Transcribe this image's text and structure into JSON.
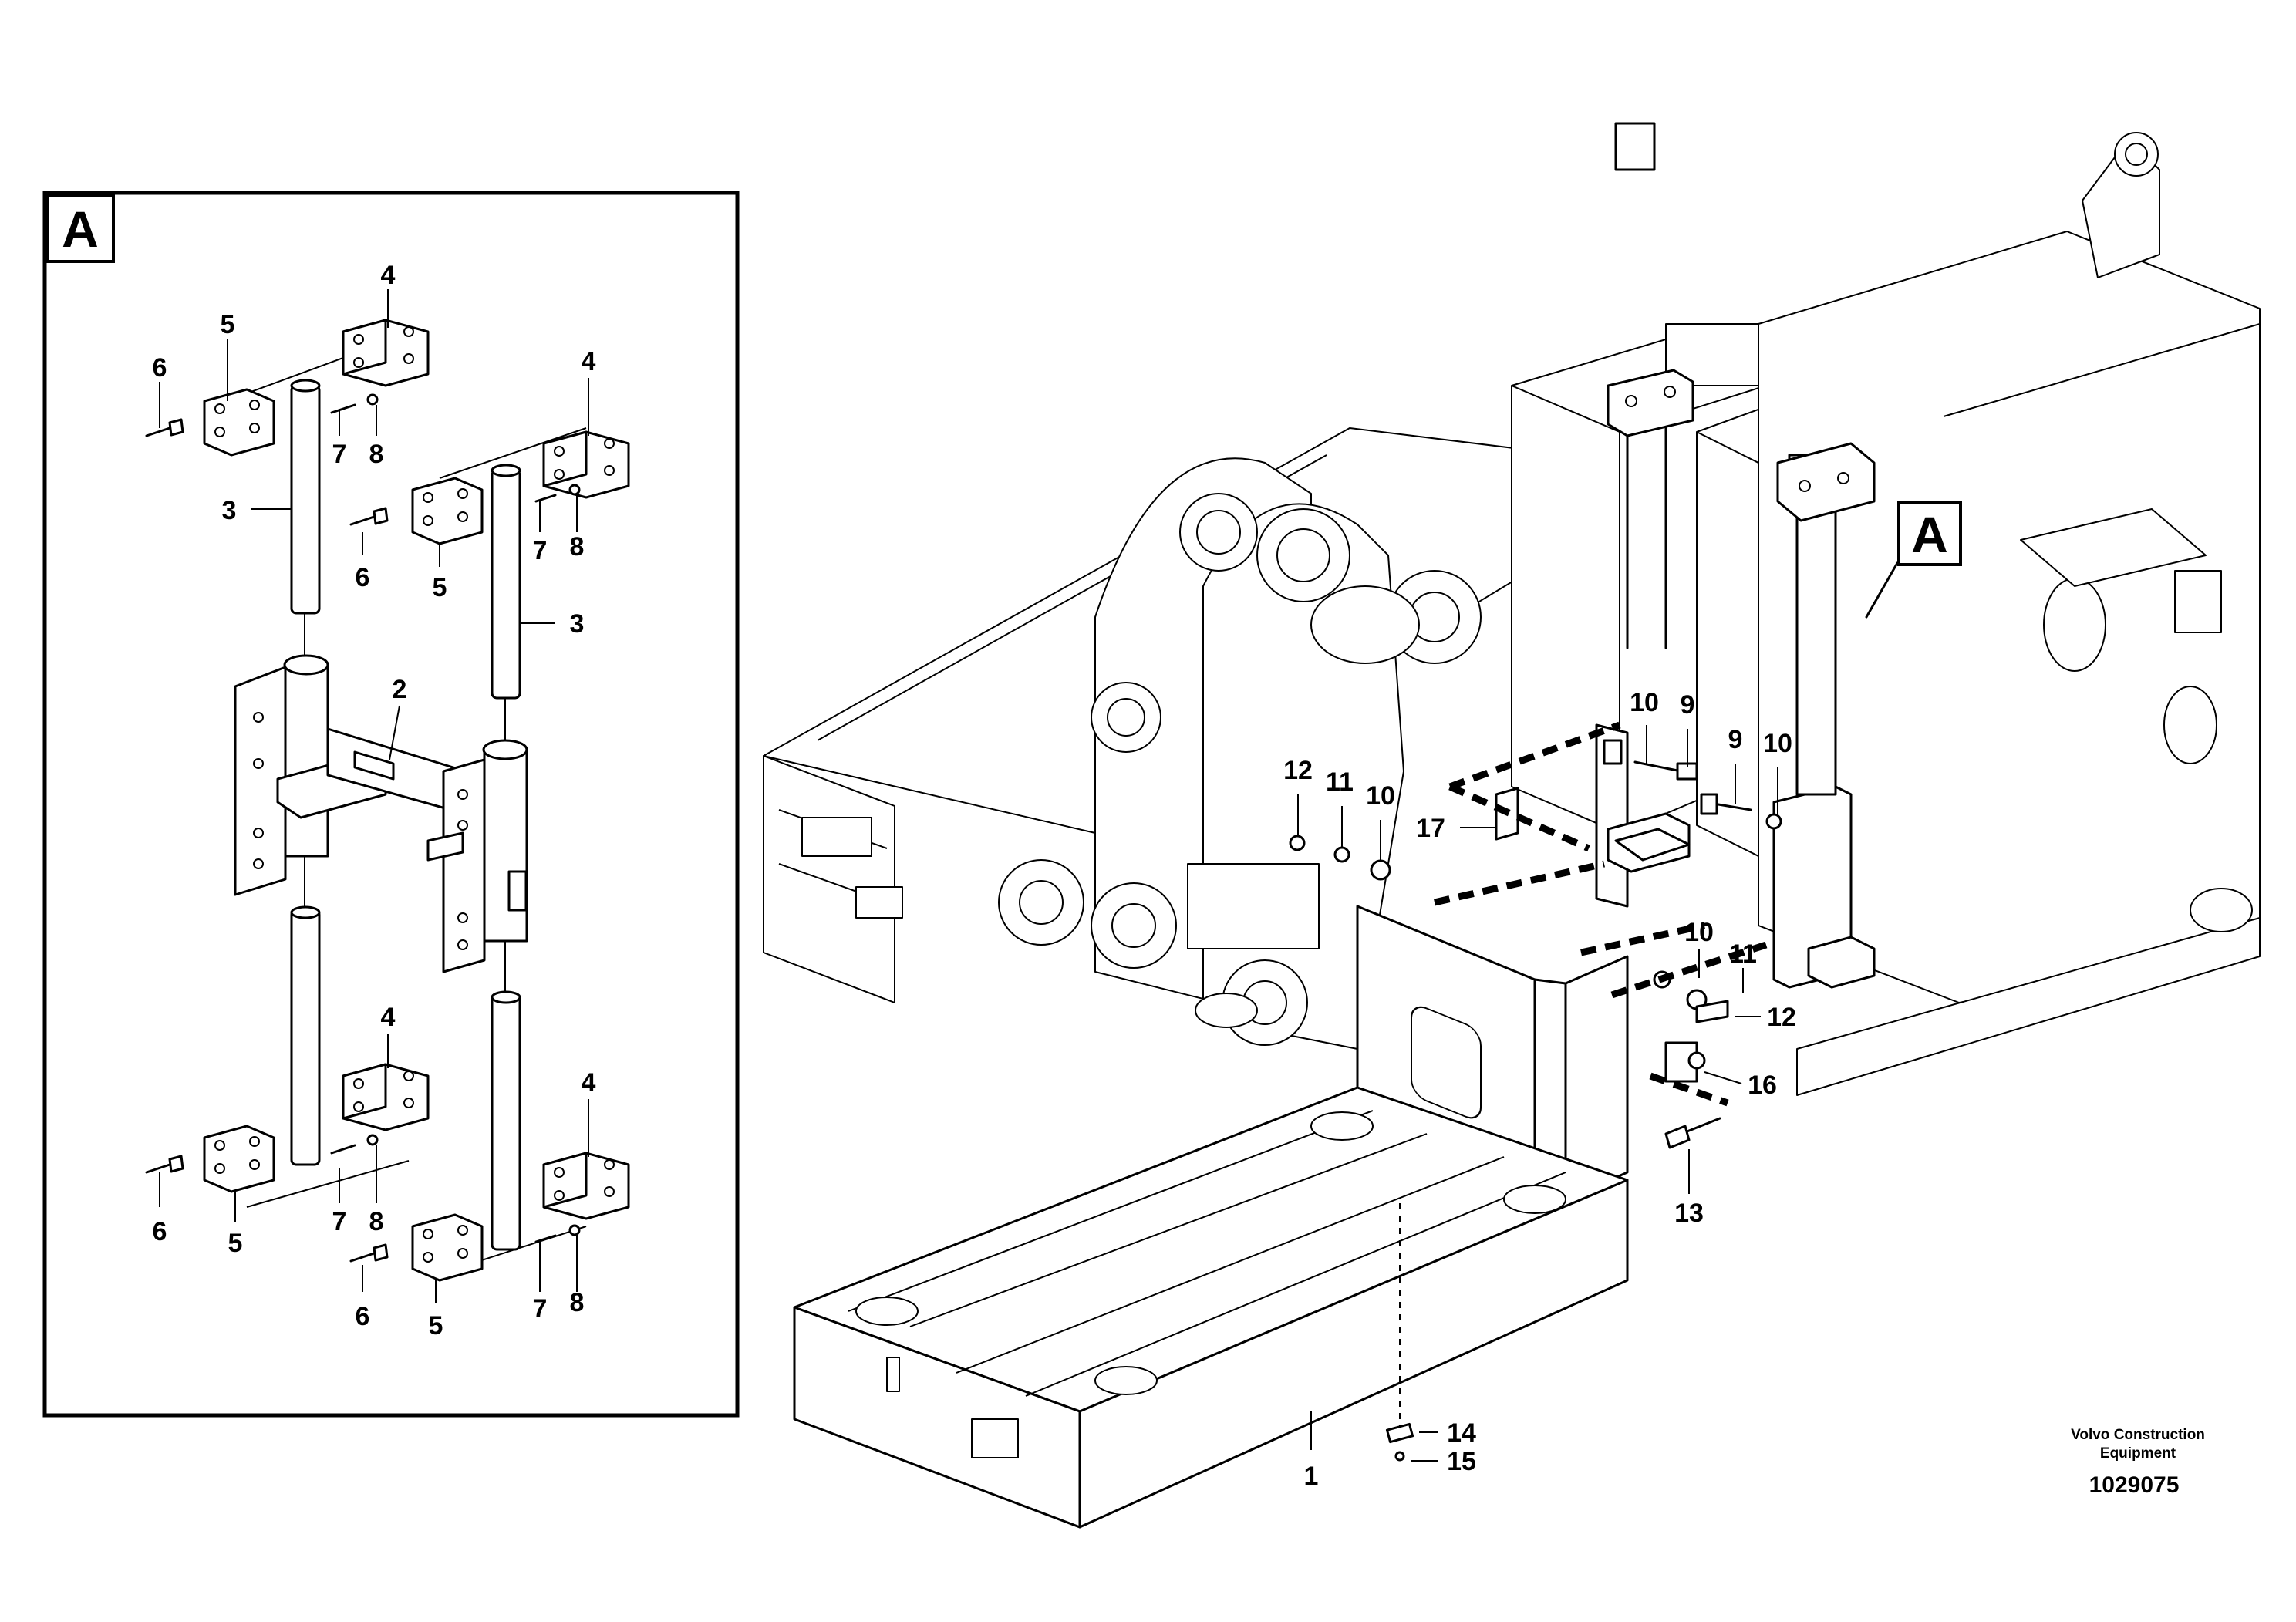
{
  "detail_view": {
    "label": "A"
  },
  "callout": {
    "label": "A"
  },
  "detail_labels": {
    "p4a": "4",
    "p5a": "5",
    "p6a": "6",
    "p7a": "7",
    "p8a": "8",
    "p3a": "3",
    "p4b": "4",
    "p6b": "6",
    "p5b": "5",
    "p7b": "7",
    "p8b": "8",
    "p3b": "3",
    "p2": "2",
    "p4c": "4",
    "p6c": "6",
    "p5c": "5",
    "p7c": "7",
    "p8c": "8",
    "p4d": "4",
    "p6d": "6",
    "p5d": "5",
    "p7d": "7",
    "p8d": "8"
  },
  "main_labels": {
    "p12a": "12",
    "p11a": "11",
    "p10a": "10",
    "p17": "17",
    "p10b": "10",
    "p9a": "9",
    "p9b": "9",
    "p10c": "10",
    "p10d": "10",
    "p11b": "11",
    "p12b": "12",
    "p16": "16",
    "p13": "13",
    "p14": "14",
    "p15": "15",
    "p1": "1"
  },
  "brand": {
    "line1": "Volvo Construction",
    "line2": "Equipment"
  },
  "document_number": "1029075"
}
